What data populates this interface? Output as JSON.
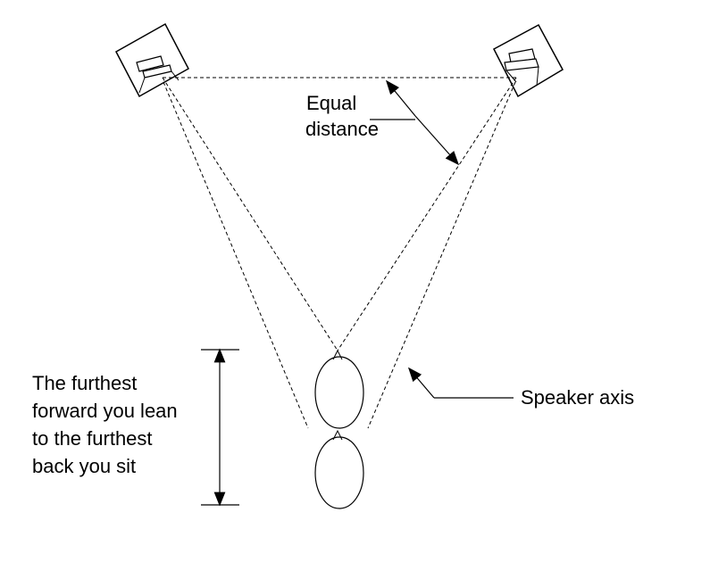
{
  "diagram": {
    "equal_label_line1": "Equal",
    "equal_label_line2": "distance",
    "range_label_line1": "The furthest",
    "range_label_line2": "forward you lean",
    "range_label_line3": "to the furthest",
    "range_label_line4": "back you sit",
    "axis_label": "Speaker axis"
  },
  "colors": {
    "ink": "#000000",
    "background": "#ffffff"
  }
}
